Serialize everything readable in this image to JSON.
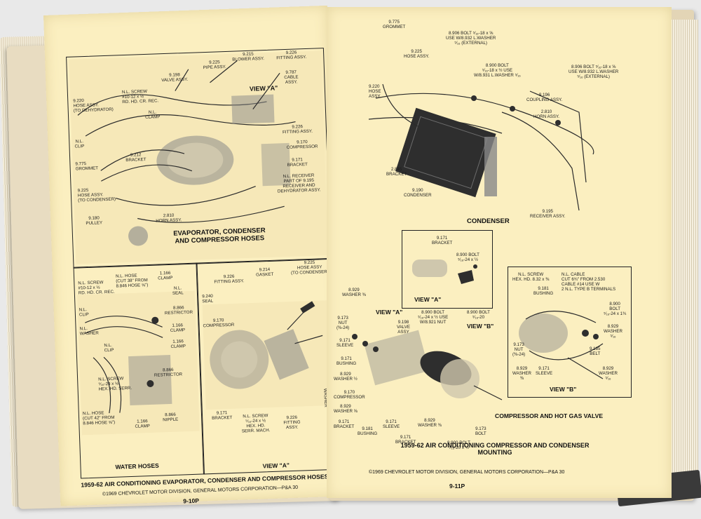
{
  "left_page": {
    "view_a_title": "VIEW \"A\"",
    "evap_heading": "EVAPORATOR, CONDENSER\nAND COMPRESSOR HOSES",
    "water_heading": "WATER HOSES",
    "view_a2_title": "VIEW \"A\"",
    "caption": "1959-62 AIR CONDITIONING EVAPORATOR, CONDENSER AND COMPRESSOR HOSES",
    "copyright": "©1969 CHEVROLET MOTOR DIVISION, GENERAL MOTORS CORPORATION—P&A 30",
    "page_number": "9-10P",
    "labels": [
      {
        "id": "blower",
        "text": "9.215\nBLOWER ASSY."
      },
      {
        "id": "pipe",
        "text": "9.225\nPIPE ASSY."
      },
      {
        "id": "valve",
        "text": "9.198\nVALVE ASSY."
      },
      {
        "id": "fitting1",
        "text": "9.226\nFITTING ASSY."
      },
      {
        "id": "cable",
        "text": "9.787\nCABLE\nASSY."
      },
      {
        "id": "hose_dehyd",
        "text": "9.220\nHOSE ASSY.\n(TO DEHYDRATOR)"
      },
      {
        "id": "screw1",
        "text": "N.L. SCREW\n#10-12 x ½\nRD. HD. CR. REC."
      },
      {
        "id": "clamp1",
        "text": "N.L.\nCLAMP"
      },
      {
        "id": "clip1",
        "text": "N.L.\nCLIP"
      },
      {
        "id": "fitting2",
        "text": "9.226\nFITTING ASSY."
      },
      {
        "id": "compressor1",
        "text": "9.170\nCOMPRESSOR"
      },
      {
        "id": "grommet1",
        "text": "9.775\nGROMMET"
      },
      {
        "id": "bracket1",
        "text": "9.212\nBRACKET"
      },
      {
        "id": "bracket2",
        "text": "9.171\nBRACKET"
      },
      {
        "id": "receiver1",
        "text": "N.L. RECEIVER\nPART OF 9.195\nRECEIVER AND\nDEHYDRATOR ASSY."
      },
      {
        "id": "hose_cond",
        "text": "9.225\nHOSE ASSY.\n(TO CONDENSER)"
      },
      {
        "id": "pulley",
        "text": "9.180\nPULLEY"
      },
      {
        "id": "horn1",
        "text": "2.810\nHORN ASSY."
      },
      {
        "id": "gasket",
        "text": "9.214\nGASKET"
      },
      {
        "id": "hose_cond2",
        "text": "9.225\nHOSE ASSY\n(TO CONDENSER)"
      },
      {
        "id": "fitting3",
        "text": "9.226\nFITTING ASSY."
      },
      {
        "id": "seal1",
        "text": "9.240\nSEAL"
      },
      {
        "id": "compressor2",
        "text": "9.170\nCOMPRESSOR"
      },
      {
        "id": "nl_screw2",
        "text": "N.L. SCREW\n#10-12 x ½\nRD. HD. CR. REC."
      },
      {
        "id": "nl_hose1",
        "text": "N.L. HOSE\n(CUT 38\" FROM\n8.846 HOSE ⅝\")"
      },
      {
        "id": "clamp_1166a",
        "text": "1.166\nCLAMP"
      },
      {
        "id": "nl_seal",
        "text": "N.L.\nSEAL"
      },
      {
        "id": "nl_clip2",
        "text": "N.L.\nCLIP"
      },
      {
        "id": "restrictor1",
        "text": "8.866\nRESTRICTOR"
      },
      {
        "id": "nl_washer",
        "text": "N.L.\nWASHER"
      },
      {
        "id": "clamp_1166b",
        "text": "1.166\nCLAMP"
      },
      {
        "id": "nl_clip3",
        "text": "N.L.\nCLIP"
      },
      {
        "id": "clamp_1166c",
        "text": "1.166\nCLAMP"
      },
      {
        "id": "restrictor2",
        "text": "8.866\nRESTRICTOR"
      },
      {
        "id": "nl_screw3",
        "text": "N.L. SCREW\n⁵⁄₁₆-24 x ½\nHEX. HD. SERR."
      },
      {
        "id": "nl_hose2",
        "text": "N.L. HOSE\n(CUT 42\" FROM\n8.846 HOSE ⅝\")"
      },
      {
        "id": "clamp_1166d",
        "text": "1.166\nCLAMP"
      },
      {
        "id": "nipple",
        "text": "8.866\nNIPPLE"
      },
      {
        "id": "bracket3",
        "text": "9.171\nBRACKET"
      },
      {
        "id": "nl_screw4",
        "text": "N.L. SCREW\n⁵⁄₁₆-24 x ½\nHEX. HD.\nSERR. MACH."
      },
      {
        "id": "fitting4",
        "text": "9.226\nFITTING\nASSY."
      },
      {
        "id": "nl_washer2",
        "text": "N.L. WASHER"
      }
    ]
  },
  "right_page": {
    "condenser_heading": "CONDENSER",
    "view_a_title": "VIEW \"A\"",
    "view_a2_title": "VIEW \"A\"",
    "view_b_title": "VIEW \"B\"",
    "view_b2_title": "VIEW \"B\"",
    "comp_heading": "COMPRESSOR AND HOT GAS VALVE",
    "caption": "1959-62 AIR CONDITIONING COMPRESSOR AND CONDENSER\nMOUNTING",
    "copyright": "©1969 CHEVROLET MOTOR DIVISION, GENERAL MOTORS CORPORATION—P&A 30",
    "page_number": "9-11P",
    "labels": [
      {
        "id": "grommet",
        "text": "9.775\nGROMMET"
      },
      {
        "id": "bolt_8906a",
        "text": "8.906 BOLT ⁵⁄₁₆-18 x ⅝\nUSE W/8.932 L.WASHER\n⁵⁄₁₆ (EXTERNAL)"
      },
      {
        "id": "hose_9225",
        "text": "9.225\nHOSE ASSY."
      },
      {
        "id": "bolt_8900a",
        "text": "8.900 BOLT\n⁵⁄₁₆-18 x ½ USE\nW/8.931 L.WASHER ⁵⁄₁₆"
      },
      {
        "id": "bolt_8906b",
        "text": "8.906 BOLT ⁵⁄₁₆-18 x ⅝\nUSE W/8.932 L.WASHER\n⁵⁄₁₆ (EXTERNAL)"
      },
      {
        "id": "hose_9220",
        "text": "9.220\nHOSE\nASSY."
      },
      {
        "id": "coupling",
        "text": "9.196\nCOUPLING ASSY."
      },
      {
        "id": "horn",
        "text": "2.810\nHORN ASSY."
      },
      {
        "id": "bracket_2845",
        "text": "2.845\nBRACKET"
      },
      {
        "id": "condenser",
        "text": "9.190\nCONDENSER"
      },
      {
        "id": "receiver",
        "text": "9.195\nRECEIVER ASSY."
      },
      {
        "id": "bracket_9171",
        "text": "9.171\nBRACKET"
      },
      {
        "id": "bolt_8900b",
        "text": "8.900 BOLT\n⁵⁄₁₆-24 x ½"
      },
      {
        "id": "washer_8929a",
        "text": "8.929\nWASHER ⅜"
      },
      {
        "id": "nut_9173a",
        "text": "9.173\nNUT\n(⅜-24)"
      },
      {
        "id": "sleeve_9171a",
        "text": "9.171\nSLEEVE"
      },
      {
        "id": "bushing_9171",
        "text": "9.171\nBUSHING"
      },
      {
        "id": "washer_8929b",
        "text": "8.929\nWASHER ½"
      },
      {
        "id": "compressor_9170",
        "text": "9.170\nCOMPRESSOR"
      },
      {
        "id": "washer_8929c",
        "text": "8.929\nWASHER ⅝"
      },
      {
        "id": "bracket_9171b",
        "text": "9.171\nBRACKET"
      },
      {
        "id": "bushing_9181a",
        "text": "9.181\nBUSHING"
      },
      {
        "id": "sleeve_9171b",
        "text": "9.171\nSLEEVE"
      },
      {
        "id": "bracket_9171c",
        "text": "9.171\nBRACKET"
      },
      {
        "id": "washer_8929d",
        "text": "8.929\nWASHER ⅜"
      },
      {
        "id": "bolt_9173",
        "text": "9.173\nBOLT"
      },
      {
        "id": "bolt_8900c",
        "text": "8.900 BOLT\n⁵⁄₁₆-20 x ½"
      },
      {
        "id": "valve_9198",
        "text": "9.198\nVALVE\nASSY"
      },
      {
        "id": "bolt_8900d",
        "text": "8.900 BOLT\n⁵⁄₁₆-24 x ½ USE\nW/8.921 NUT"
      },
      {
        "id": "bolt_8900e",
        "text": "8.900 BOLT\n⁵⁄₁₆-20"
      },
      {
        "id": "nl_screw",
        "text": "N.L. SCREW\nHEX. HD. 8.32 x ⅜"
      },
      {
        "id": "nl_cable",
        "text": "N.L. CABLE\nCUT 6¾\" FROM 2.530\nCABLE #14 USE W\n2 N.L. TYPE B TERMINALS"
      },
      {
        "id": "bushing_9181b",
        "text": "9.181\nBUSHING"
      },
      {
        "id": "bolt_8900f",
        "text": "8.900\nBOLT\n⁵⁄₁₆-24 x 1¾"
      },
      {
        "id": "washer_8929e",
        "text": "8.929\nWASHER\n⁵⁄₁₆"
      },
      {
        "id": "nut_9173b",
        "text": "9.173\nNUT\n(⅜-24)"
      },
      {
        "id": "belt_9185",
        "text": "9.185\nBELT"
      },
      {
        "id": "washer_8929f",
        "text": "8.929\nWASHER\n⅜"
      },
      {
        "id": "sleeve_9171c",
        "text": "9.171\nSLEEVE"
      },
      {
        "id": "washer_8929g",
        "text": "8.929\nWASHER\n⁵⁄₁₆"
      }
    ]
  }
}
